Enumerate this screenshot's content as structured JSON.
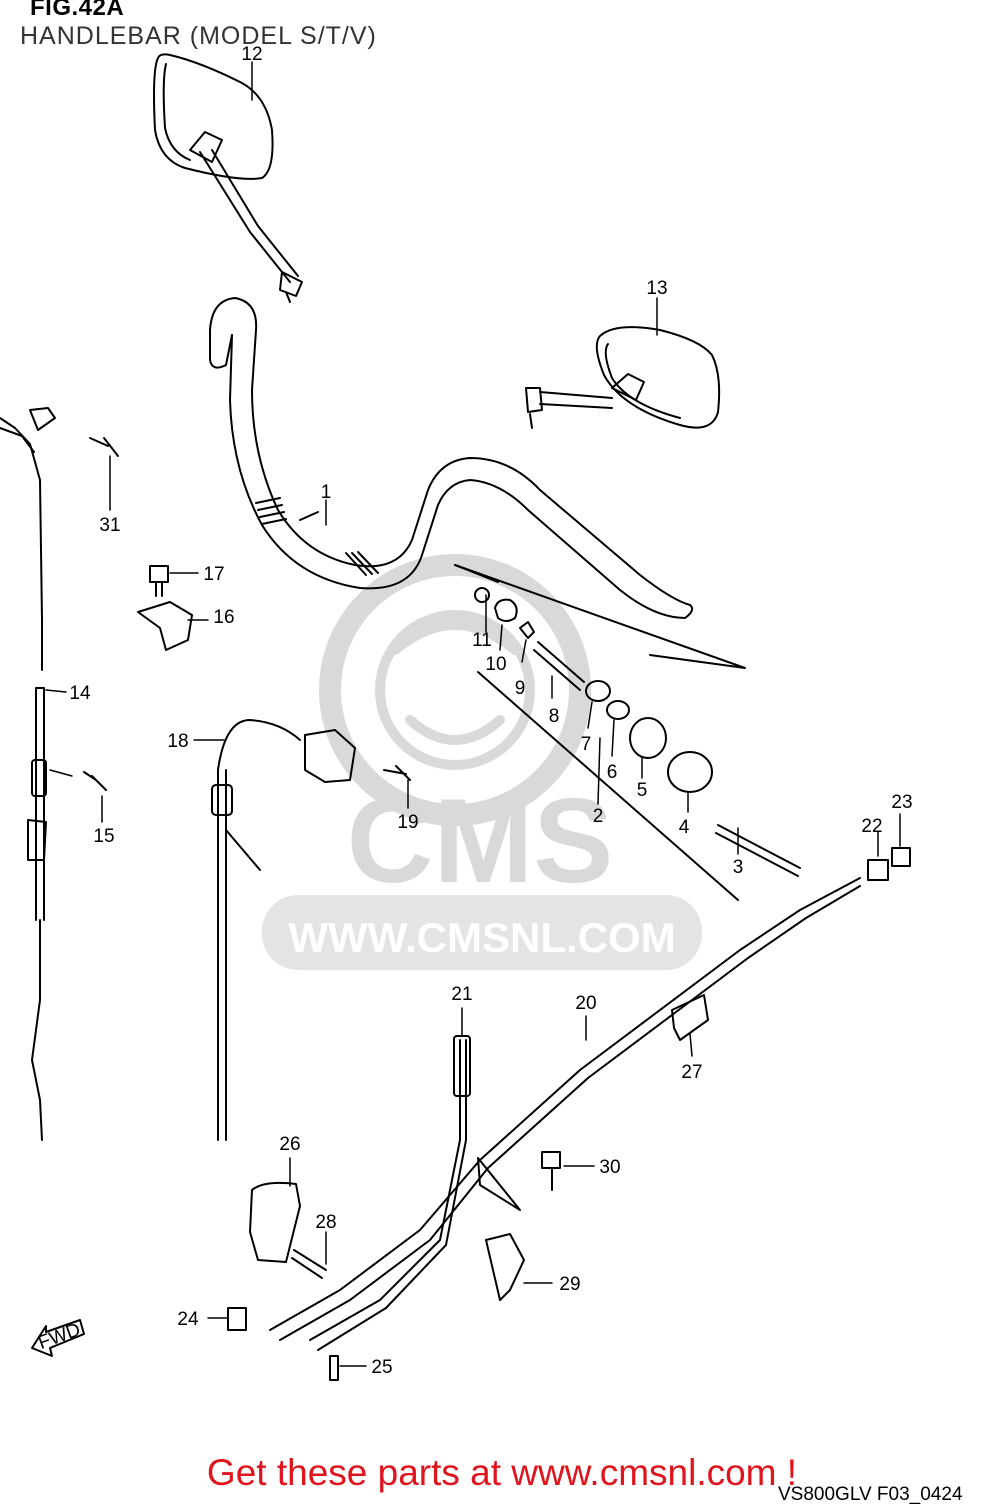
{
  "figure": {
    "title": "FIG.42A",
    "subtitle": "HANDLEBAR (MODEL S/T/V)",
    "diagram_code": "VS800GLV F03_0424",
    "direction_label": "FWD"
  },
  "watermark": {
    "brand": "CMS",
    "url": "WWW.CMSNL.COM"
  },
  "footer": {
    "link_text": "Get these parts at www.cmsnl.com !"
  },
  "callouts": [
    "1",
    "2",
    "3",
    "4",
    "5",
    "6",
    "7",
    "8",
    "9",
    "10",
    "11",
    "12",
    "13",
    "14",
    "15",
    "16",
    "17",
    "18",
    "19",
    "20",
    "21",
    "22",
    "23",
    "24",
    "25",
    "26",
    "27",
    "28",
    "29",
    "30",
    "31"
  ],
  "colors": {
    "line": "#000000",
    "footer_link": "#e0141c",
    "watermark": "#d9d9d9"
  }
}
